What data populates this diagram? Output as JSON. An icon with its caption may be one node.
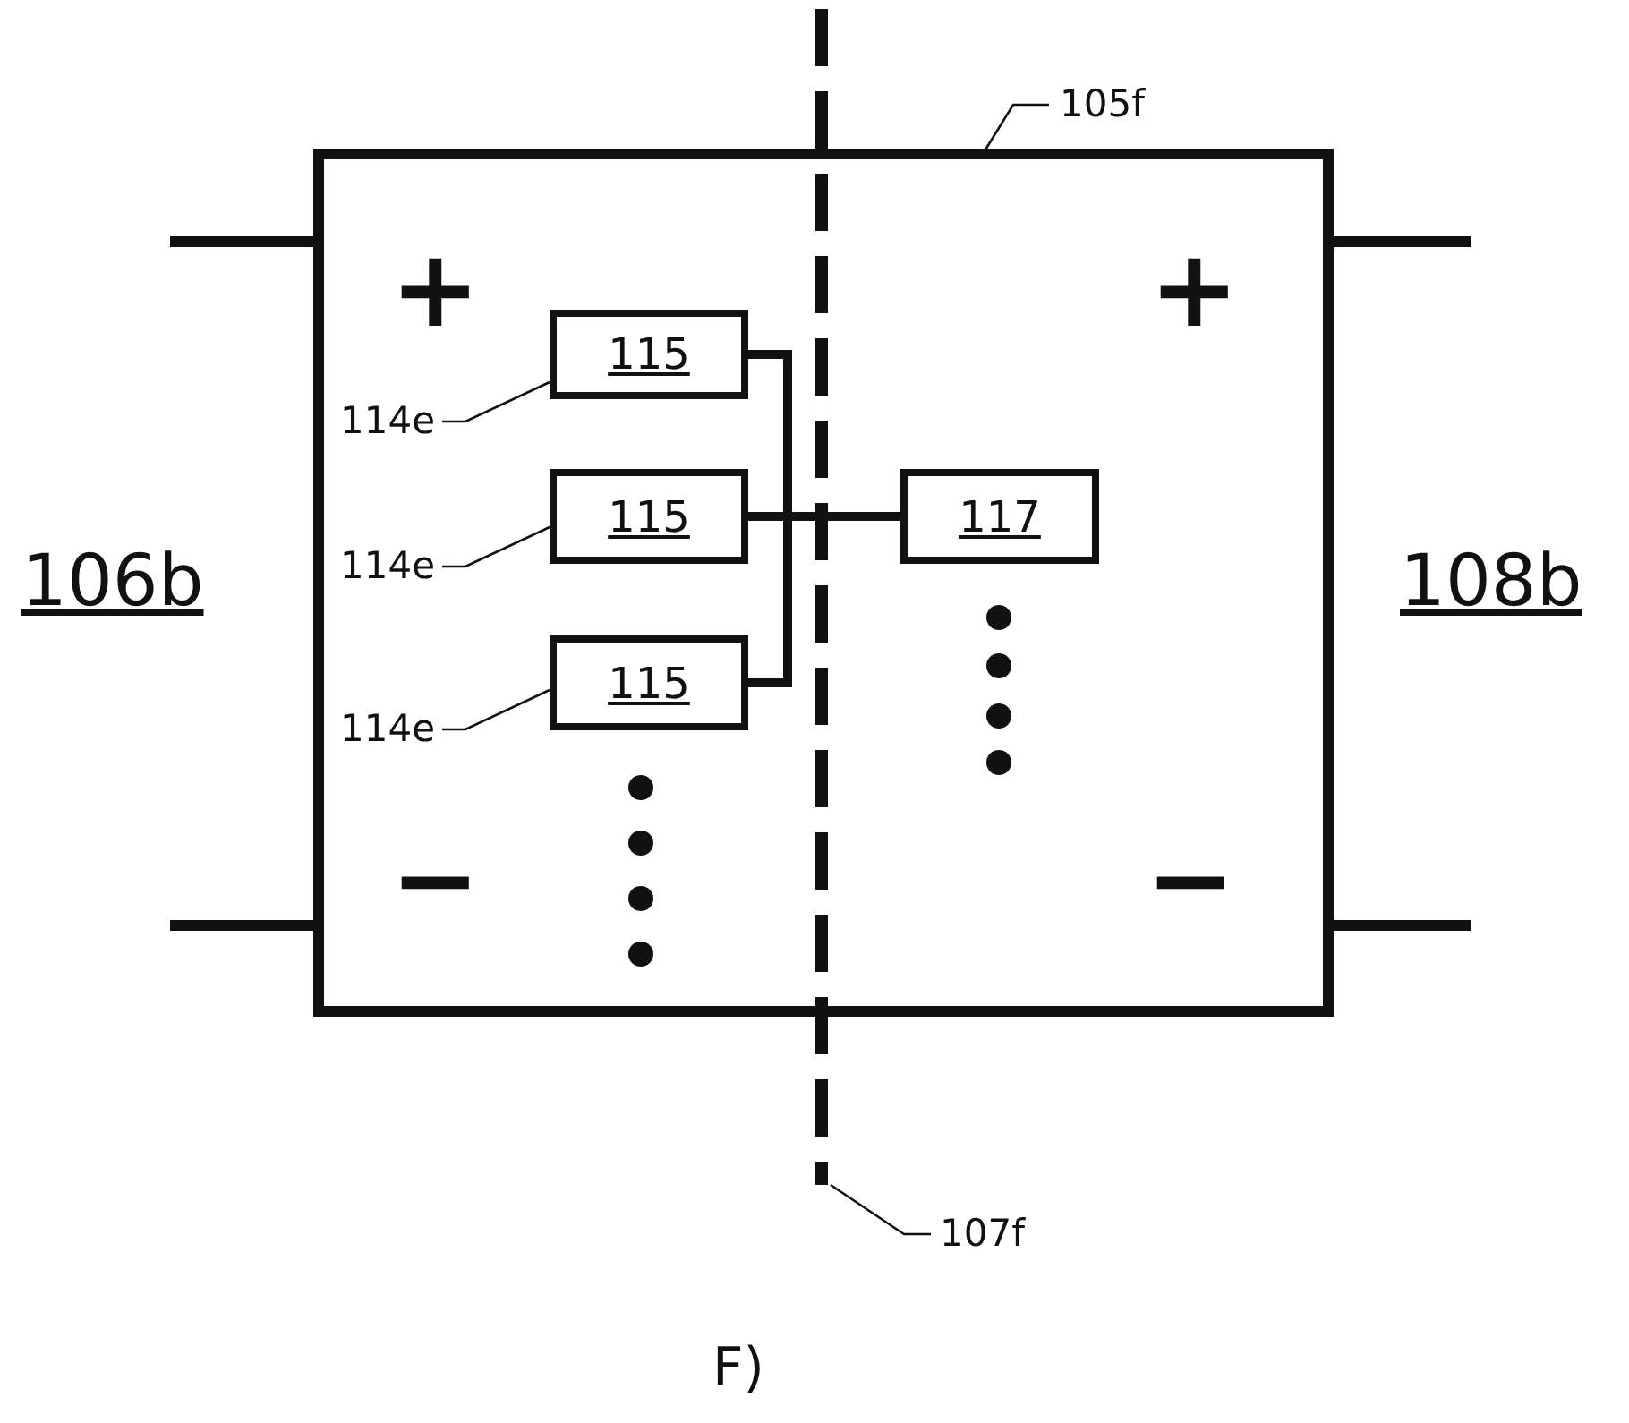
{
  "diagram": {
    "caption": "F)",
    "nodes": [
      {
        "text": [],
        "shape": "box"
      },
      {
        "text": [
          "115"
        ],
        "in": 0
      },
      {
        "text": [
          "115"
        ],
        "in": 0
      },
      {
        "text": [
          "115"
        ],
        "in": 0
      },
      {
        "text": [
          "117"
        ],
        "in": 0
      },
      {
        "text": [
          "105f"
        ]
      },
      {
        "text": [
          "114e"
        ],
        "in": 0
      },
      {
        "text": [
          "114e"
        ],
        "in": 0
      },
      {
        "text": [
          "114e"
        ],
        "in": 0
      },
      {
        "text": [
          "107f"
        ]
      }
    ],
    "edges": [
      {
        "from": 1,
        "to": 4,
        "arrow": "none",
        "style": "thick"
      },
      {
        "from": 2,
        "to": 4,
        "arrow": "none",
        "style": "thick"
      },
      {
        "from": 3,
        "to": 4,
        "arrow": "none",
        "style": "thick"
      },
      {
        "from": 5,
        "to": 0,
        "arrow": "none"
      },
      {
        "from": 6,
        "to": 1,
        "arrow": "none"
      },
      {
        "from": 7,
        "to": 2,
        "arrow": "none"
      },
      {
        "from": 8,
        "to": 3,
        "arrow": "none"
      },
      {
        "from": 9,
        "to": null,
        "arrow": "none"
      }
    ],
    "labels": [
      "+",
      "+",
      "106b",
      "108b",
      "−",
      "−"
    ]
  }
}
